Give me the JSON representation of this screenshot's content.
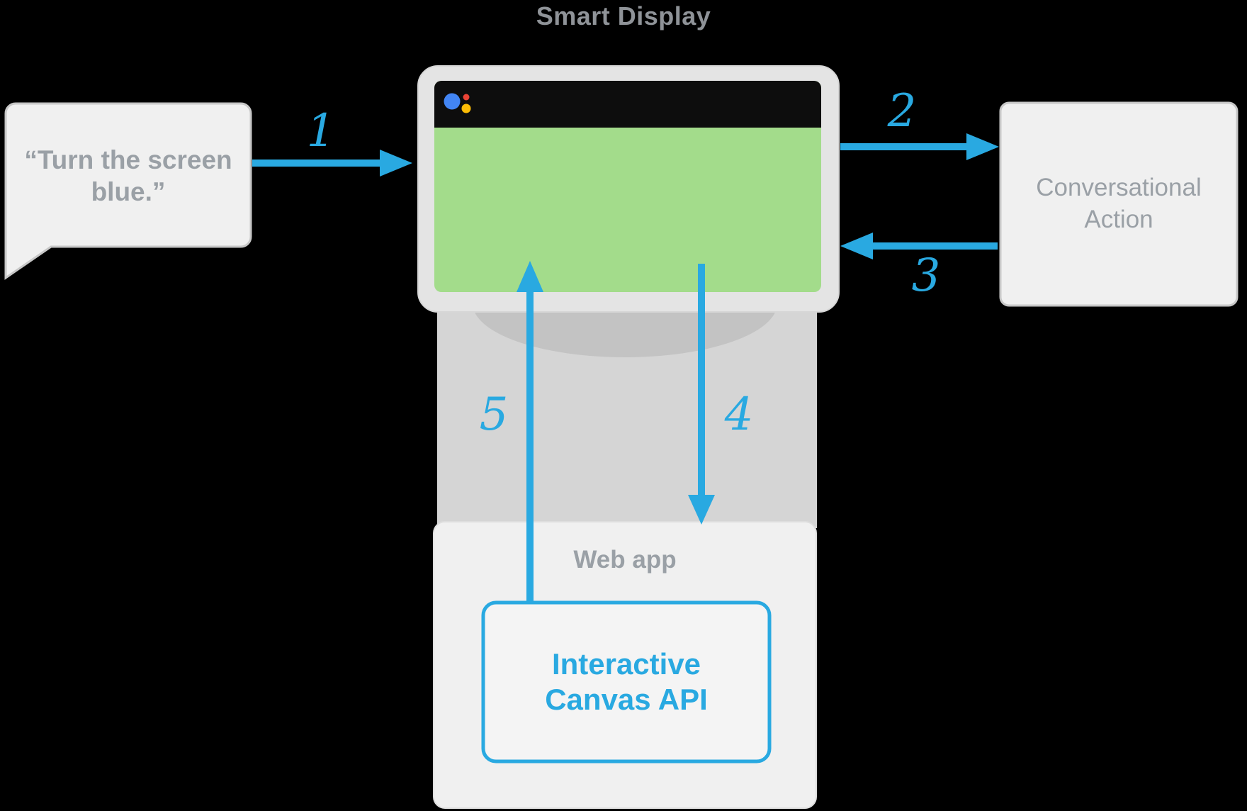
{
  "title": "Smart Display",
  "speech_bubble": {
    "text": "“Turn the screen blue.”"
  },
  "smart_display": {
    "logo_icon": "google-assistant-logo",
    "screen_color": "#a3dc8b",
    "statusbar_color": "#0d0d0d"
  },
  "conversational_action": {
    "label": "Conversational Action"
  },
  "web_app": {
    "label": "Web app"
  },
  "interactive_canvas": {
    "line1": "Interactive",
    "line2": "Canvas API"
  },
  "steps": [
    "1",
    "2",
    "3",
    "4",
    "5"
  ],
  "colors": {
    "background": "#000000",
    "arrow_blue": "#29a9e1",
    "box_gray": "#f0f0f0",
    "box_border_gray": "#c7c7c7",
    "frame_gray": "#e4e4e4",
    "stand_gray": "#d5d5d5",
    "stand_shadow_gray": "#c3c3c3",
    "text_gray": "#9aa0a6",
    "canvas_border_blue": "#29a9e1",
    "logo_blue": "#4285f4",
    "logo_red": "#ea4335",
    "logo_yellow": "#fbbc05"
  }
}
